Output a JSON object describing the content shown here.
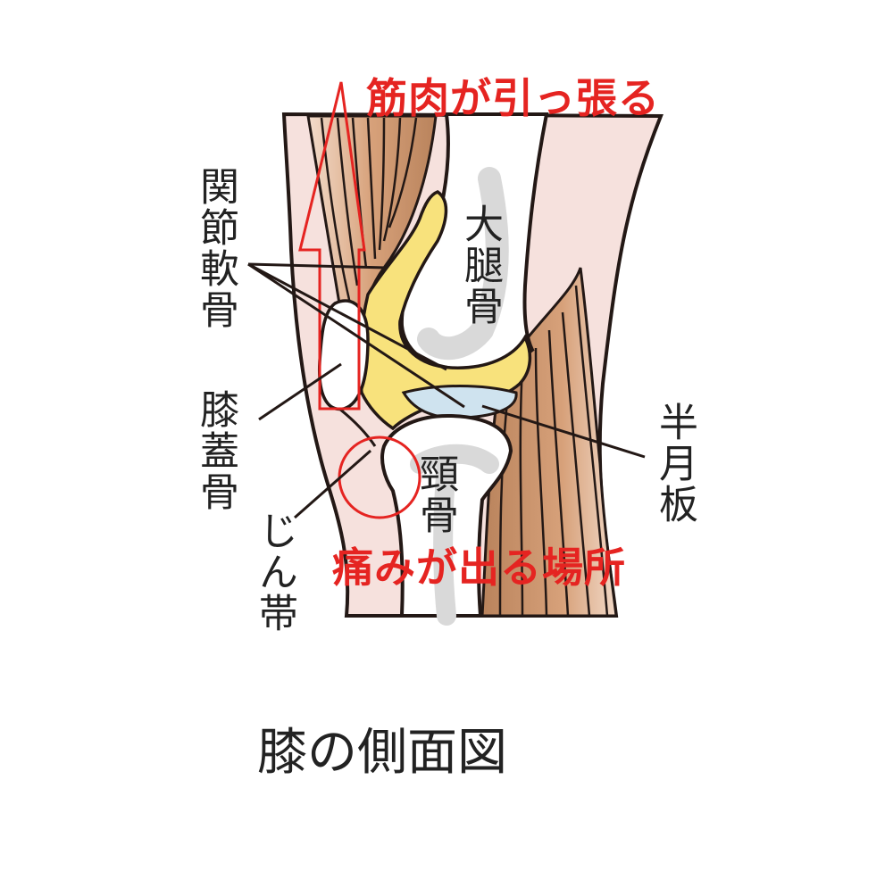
{
  "diagram": {
    "caption": "膝の側面図",
    "annotations": {
      "muscle_pull": "筋肉が引っ張る",
      "pain_site": "痛みが出る場所"
    },
    "labels": {
      "articular_cartilage": "関節軟骨",
      "patella": "膝蓋骨",
      "ligament": "じん帯",
      "femur": "大腿骨",
      "tibia": "頸骨",
      "meniscus": "半月板"
    },
    "colors": {
      "outline": "#231815",
      "accent_red": "#e52421",
      "skin": "#f6e1dd",
      "muscle": "#d7a17a",
      "cartilage": "#f8e27c",
      "meniscus": "#cfe3ef",
      "bone_marrow": "#d9d9d9"
    }
  }
}
